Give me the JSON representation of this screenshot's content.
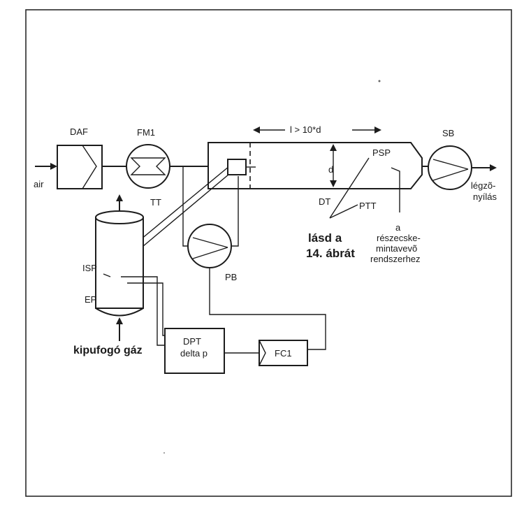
{
  "labels": {
    "air": "air",
    "daf": "DAF",
    "fm1": "FM1",
    "tt": "TT",
    "length": "l > 10*d",
    "d": "d",
    "dt": "DT",
    "psp": "PSP",
    "ptt": "PTT",
    "sb": "SB",
    "exhaust_outlet_line1": "légzõ-",
    "exhaust_outlet_line2": "nyílás",
    "see_figure_line1": "lásd a",
    "see_figure_line2": "14. ábrát",
    "particle_line1": "a",
    "particle_line2": "részecske-",
    "particle_line3": "mintavevõ",
    "particle_line4": "rendszerhez",
    "isp": "ISP",
    "ep": "EP",
    "pb": "PB",
    "exhaust_gas": "kipufogó gáz",
    "dpt_line1": "DPT",
    "dpt_line2": "delta p",
    "fc1": "FC1"
  }
}
